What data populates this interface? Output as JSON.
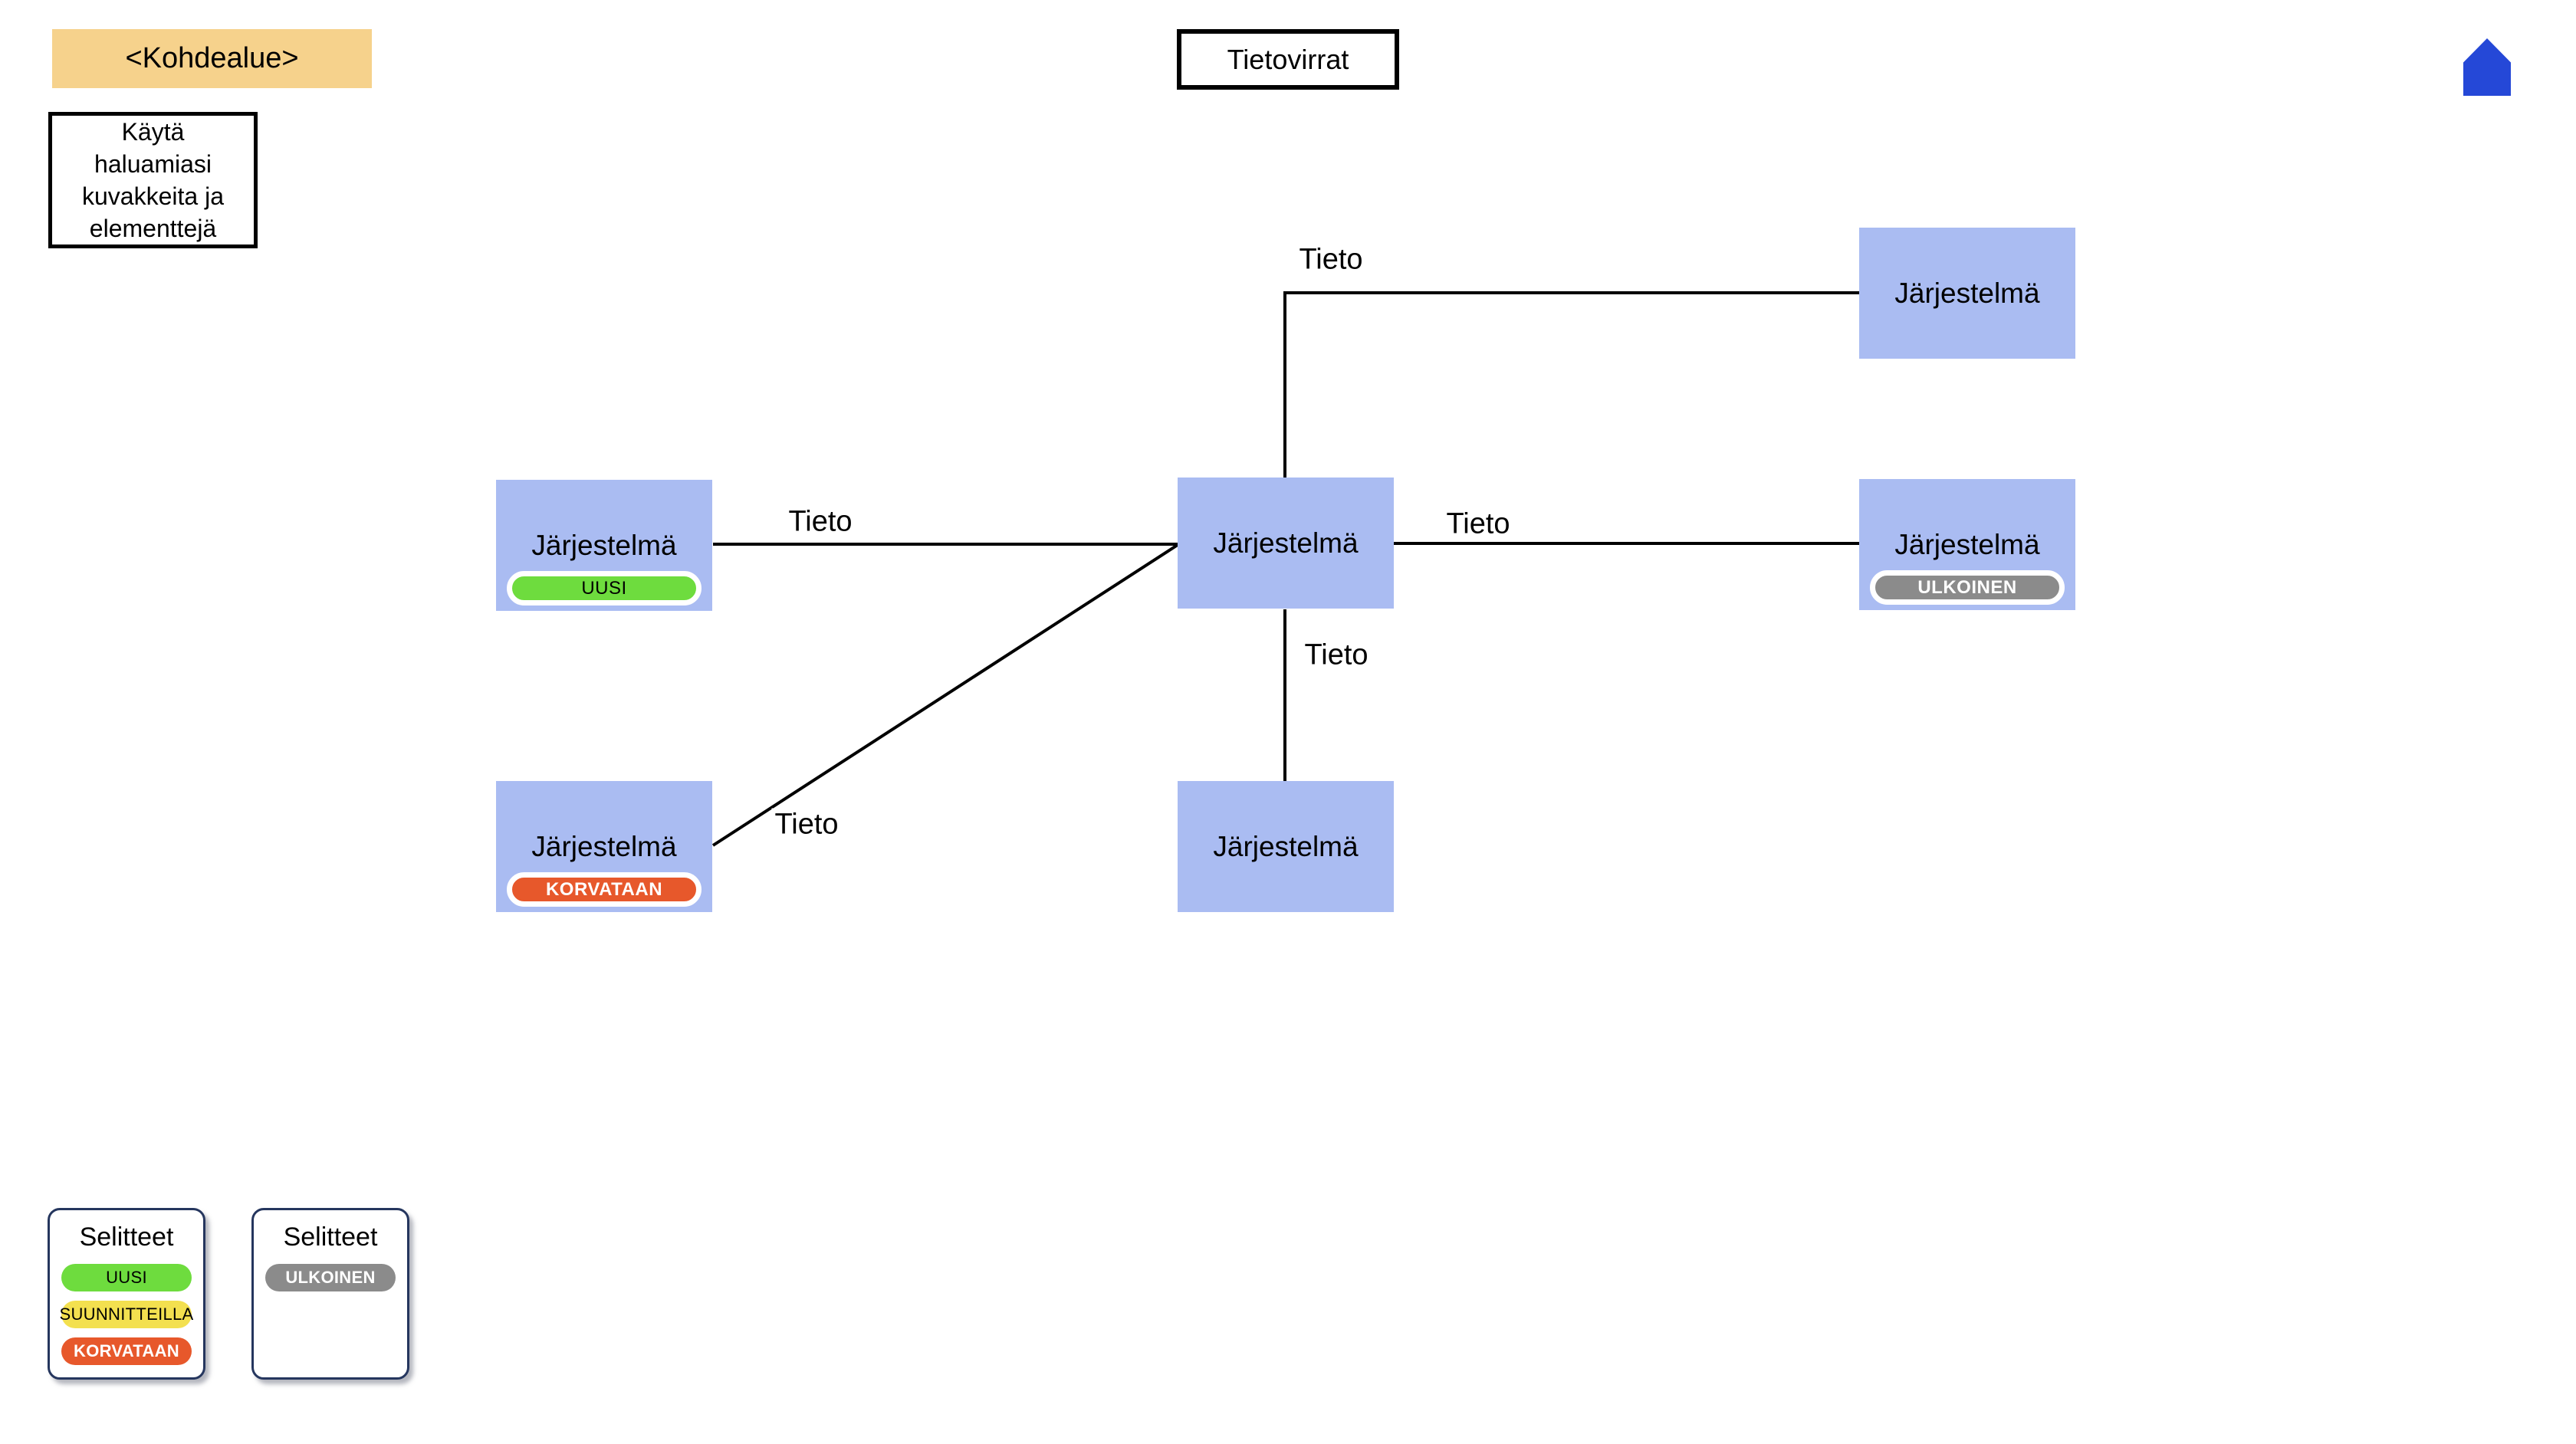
{
  "header": {
    "kohdealue": "<Kohdealue>",
    "note": "Käytä haluamiasi kuvakkeita ja elementtejä",
    "title": "Tietovirrat"
  },
  "nodes": [
    {
      "id": "top-right",
      "label": "Järjestelmä",
      "badge": null
    },
    {
      "id": "left",
      "label": "Järjestelmä",
      "badge": "UUSI"
    },
    {
      "id": "center",
      "label": "Järjestelmä",
      "badge": null
    },
    {
      "id": "right",
      "label": "Järjestelmä",
      "badge": "ULKOINEN"
    },
    {
      "id": "bottom-left",
      "label": "Järjestelmä",
      "badge": "KORVATAAN"
    },
    {
      "id": "bottom-center",
      "label": "Järjestelmä",
      "badge": null
    }
  ],
  "edges": [
    {
      "id": "left-to-center",
      "label": "Tieto"
    },
    {
      "id": "bottom-left-to-center",
      "label": "Tieto"
    },
    {
      "id": "center-to-top-right",
      "label": "Tieto"
    },
    {
      "id": "center-to-right",
      "label": "Tieto"
    },
    {
      "id": "center-to-bottom-center",
      "label": "Tieto"
    }
  ],
  "legends": [
    {
      "title": "Selitteet",
      "items": [
        {
          "label": "UUSI",
          "status": "new"
        },
        {
          "label": "SUUNNITTEILLA",
          "status": "planned"
        },
        {
          "label": "KORVATAAN",
          "status": "replaced"
        }
      ]
    },
    {
      "title": "Selitteet",
      "items": [
        {
          "label": "ULKOINEN",
          "status": "external"
        }
      ]
    }
  ],
  "colors": {
    "node_fill": "#AABCF2",
    "kohdealue_fill": "#F6D28C",
    "home_icon": "#2548D7",
    "status_new": "#6EDC3E",
    "status_planned": "#F3E04F",
    "status_replaced": "#E7582B",
    "status_external": "#8B8B8B",
    "legend_border": "#25365E",
    "connector": "#000000"
  }
}
